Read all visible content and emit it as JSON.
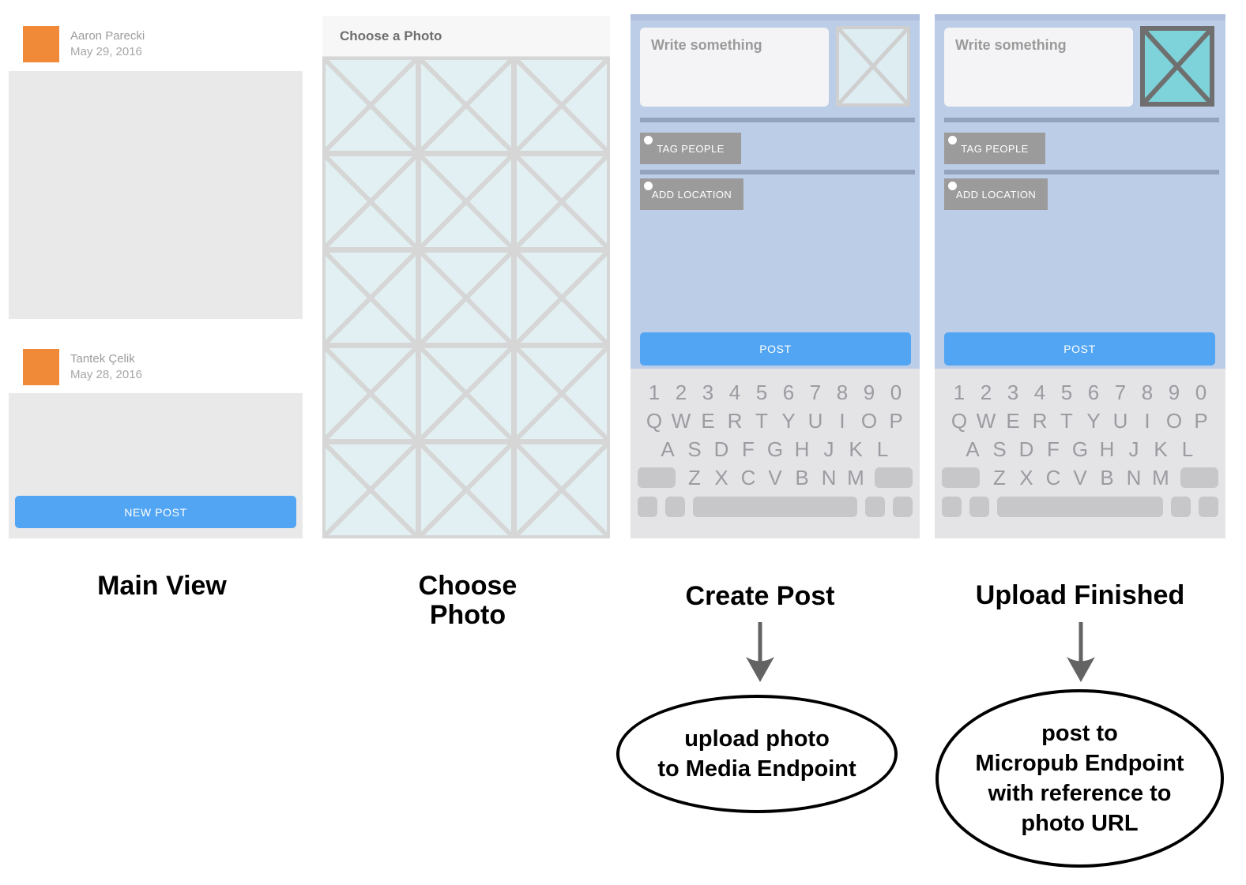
{
  "main_view": {
    "caption": "Main View",
    "posts": [
      {
        "author": "Aaron Parecki",
        "date": "May 29, 2016"
      },
      {
        "author": "Tantek Çelik",
        "date": "May 28, 2016"
      }
    ],
    "new_post_label": "NEW POST"
  },
  "choose_photo": {
    "caption_lines": [
      "Choose",
      "Photo"
    ],
    "header": "Choose a Photo",
    "grid": {
      "rows": 5,
      "cols": 3
    }
  },
  "create_post": {
    "caption": "Create Post",
    "write_placeholder": "Write something",
    "tag_people_label": "TAG PEOPLE",
    "add_location_label": "ADD LOCATION",
    "post_label": "POST",
    "annotation_lines": [
      "upload photo",
      "to Media Endpoint"
    ]
  },
  "upload_finished": {
    "caption": "Upload Finished",
    "write_placeholder": "Write something",
    "tag_people_label": "TAG PEOPLE",
    "add_location_label": "ADD LOCATION",
    "post_label": "POST",
    "annotation_lines": [
      "post to",
      "Micropub Endpoint",
      "with reference to",
      "photo URL"
    ]
  },
  "keyboard": {
    "rows": [
      [
        "1",
        "2",
        "3",
        "4",
        "5",
        "6",
        "7",
        "8",
        "9",
        "0"
      ],
      [
        "Q",
        "W",
        "E",
        "R",
        "T",
        "Y",
        "U",
        "I",
        "O",
        "P"
      ],
      [
        "A",
        "S",
        "D",
        "F",
        "G",
        "H",
        "J",
        "K",
        "L"
      ],
      [
        "Z",
        "X",
        "C",
        "V",
        "B",
        "N",
        "M"
      ]
    ]
  },
  "colors": {
    "accent_blue": "#52a5f3",
    "avatar_orange": "#f08a38",
    "panel_blue": "#bccde8",
    "divider_blue": "#93a2bd",
    "button_gray": "#9b9b9b",
    "thumbnail_teal": "#7ed2d9",
    "photo_cell_blue": "#e2f0f3",
    "grid_line_gray": "#d6d6d6",
    "keyboard_bg": "#e4e4e6",
    "key_gray": "#c7c7ca",
    "arrow_gray": "#636363"
  }
}
